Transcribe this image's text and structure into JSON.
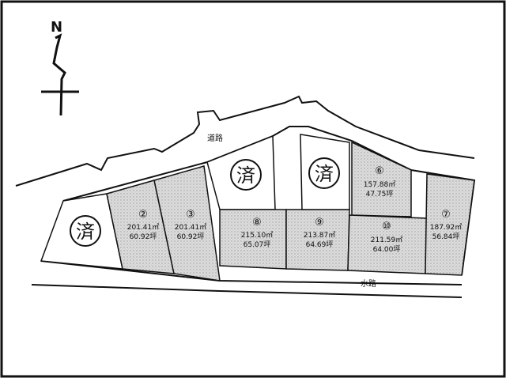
{
  "map": {
    "north_symbol": "N",
    "road_label": "道路",
    "waterway_label": "水路",
    "sold_mark": "済",
    "lots": [
      {
        "id": "lot-2",
        "number": "②",
        "area_m2": "201.41㎡",
        "area_tsubo": "60.92坪",
        "status": "available"
      },
      {
        "id": "lot-3",
        "number": "③",
        "area_m2": "201.41㎡",
        "area_tsubo": "60.92坪",
        "status": "available"
      },
      {
        "id": "lot-8",
        "number": "⑧",
        "area_m2": "215.10㎡",
        "area_tsubo": "65.07坪",
        "status": "available"
      },
      {
        "id": "lot-9",
        "number": "⑨",
        "area_m2": "213.87㎡",
        "area_tsubo": "64.69坪",
        "status": "available"
      },
      {
        "id": "lot-6",
        "number": "⑥",
        "area_m2": "157.88㎡",
        "area_tsubo": "47.75坪",
        "status": "available"
      },
      {
        "id": "lot-10",
        "number": "⑩",
        "area_m2": "211.59㎡",
        "area_tsubo": "64.00坪",
        "status": "available"
      },
      {
        "id": "lot-7",
        "number": "⑦",
        "area_m2": "187.92㎡",
        "area_tsubo": "56.84坪",
        "status": "available"
      }
    ],
    "sold_lots": [
      {
        "id": "sold-left"
      },
      {
        "id": "sold-center-left"
      },
      {
        "id": "sold-center-right"
      }
    ],
    "colors": {
      "border": "#111111",
      "lot_fill": "#d9d9d9",
      "paper": "#ffffff"
    }
  }
}
